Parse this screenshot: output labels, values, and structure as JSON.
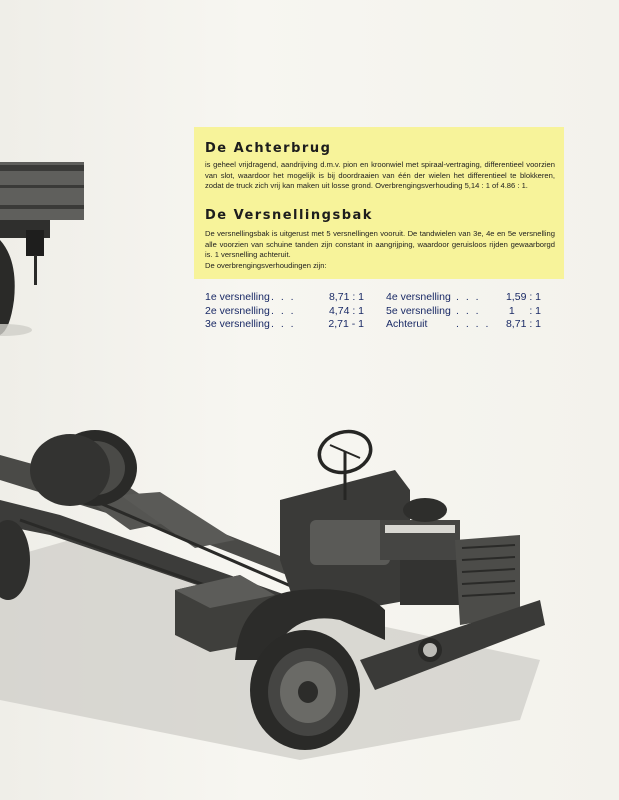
{
  "achterbrug": {
    "heading": "De Achterbrug",
    "text": "is geheel vrijdragend, aandrijving d.m.v. pion en kroonwiel met spiraal-vertraging, differentieel voorzien van slot, waardoor het mogelijk is bij doordraaien van één der wielen het differentieel te blokkeren, zodat de truck zich vrij kan maken uit losse grond. Overbrengingsverhouding 5,14 : 1 of 4.86 : 1."
  },
  "versnellingsbak": {
    "heading": "De Versnellingsbak",
    "text": "De versnellingsbak is uitgerust met 5 versnellingen vooruit. De tandwielen van 3e, 4e en 5e versnelling alle voorzien van schuine tanden zijn constant in aangrijping, waardoor geruisloos rijden gewaarborgd is. 1 versnelling achteruit.",
    "text2": "De overbrengingsverhoudingen zijn:"
  },
  "ratios_left": [
    {
      "name": "1e versnelling",
      "dots": ". . .",
      "value": "8,71 : 1"
    },
    {
      "name": "2e versnelling",
      "dots": ". . .",
      "value": "4,74 : 1"
    },
    {
      "name": "3e versnelling",
      "dots": ". . .",
      "value": "2,71 - 1"
    }
  ],
  "ratios_right": [
    {
      "name": "4e versnelling",
      "dots": ". . .",
      "value": "1,59 : 1"
    },
    {
      "name": "5e versnelling",
      "dots": ". . .",
      "value": "1     : 1"
    },
    {
      "name": "Achteruit",
      "dots": ". . . .",
      "value": "8,71 : 1"
    }
  ],
  "colors": {
    "highlight": "#f7f39a",
    "ratio_text": "#1a2a66",
    "ink": "#1f1f1f"
  }
}
